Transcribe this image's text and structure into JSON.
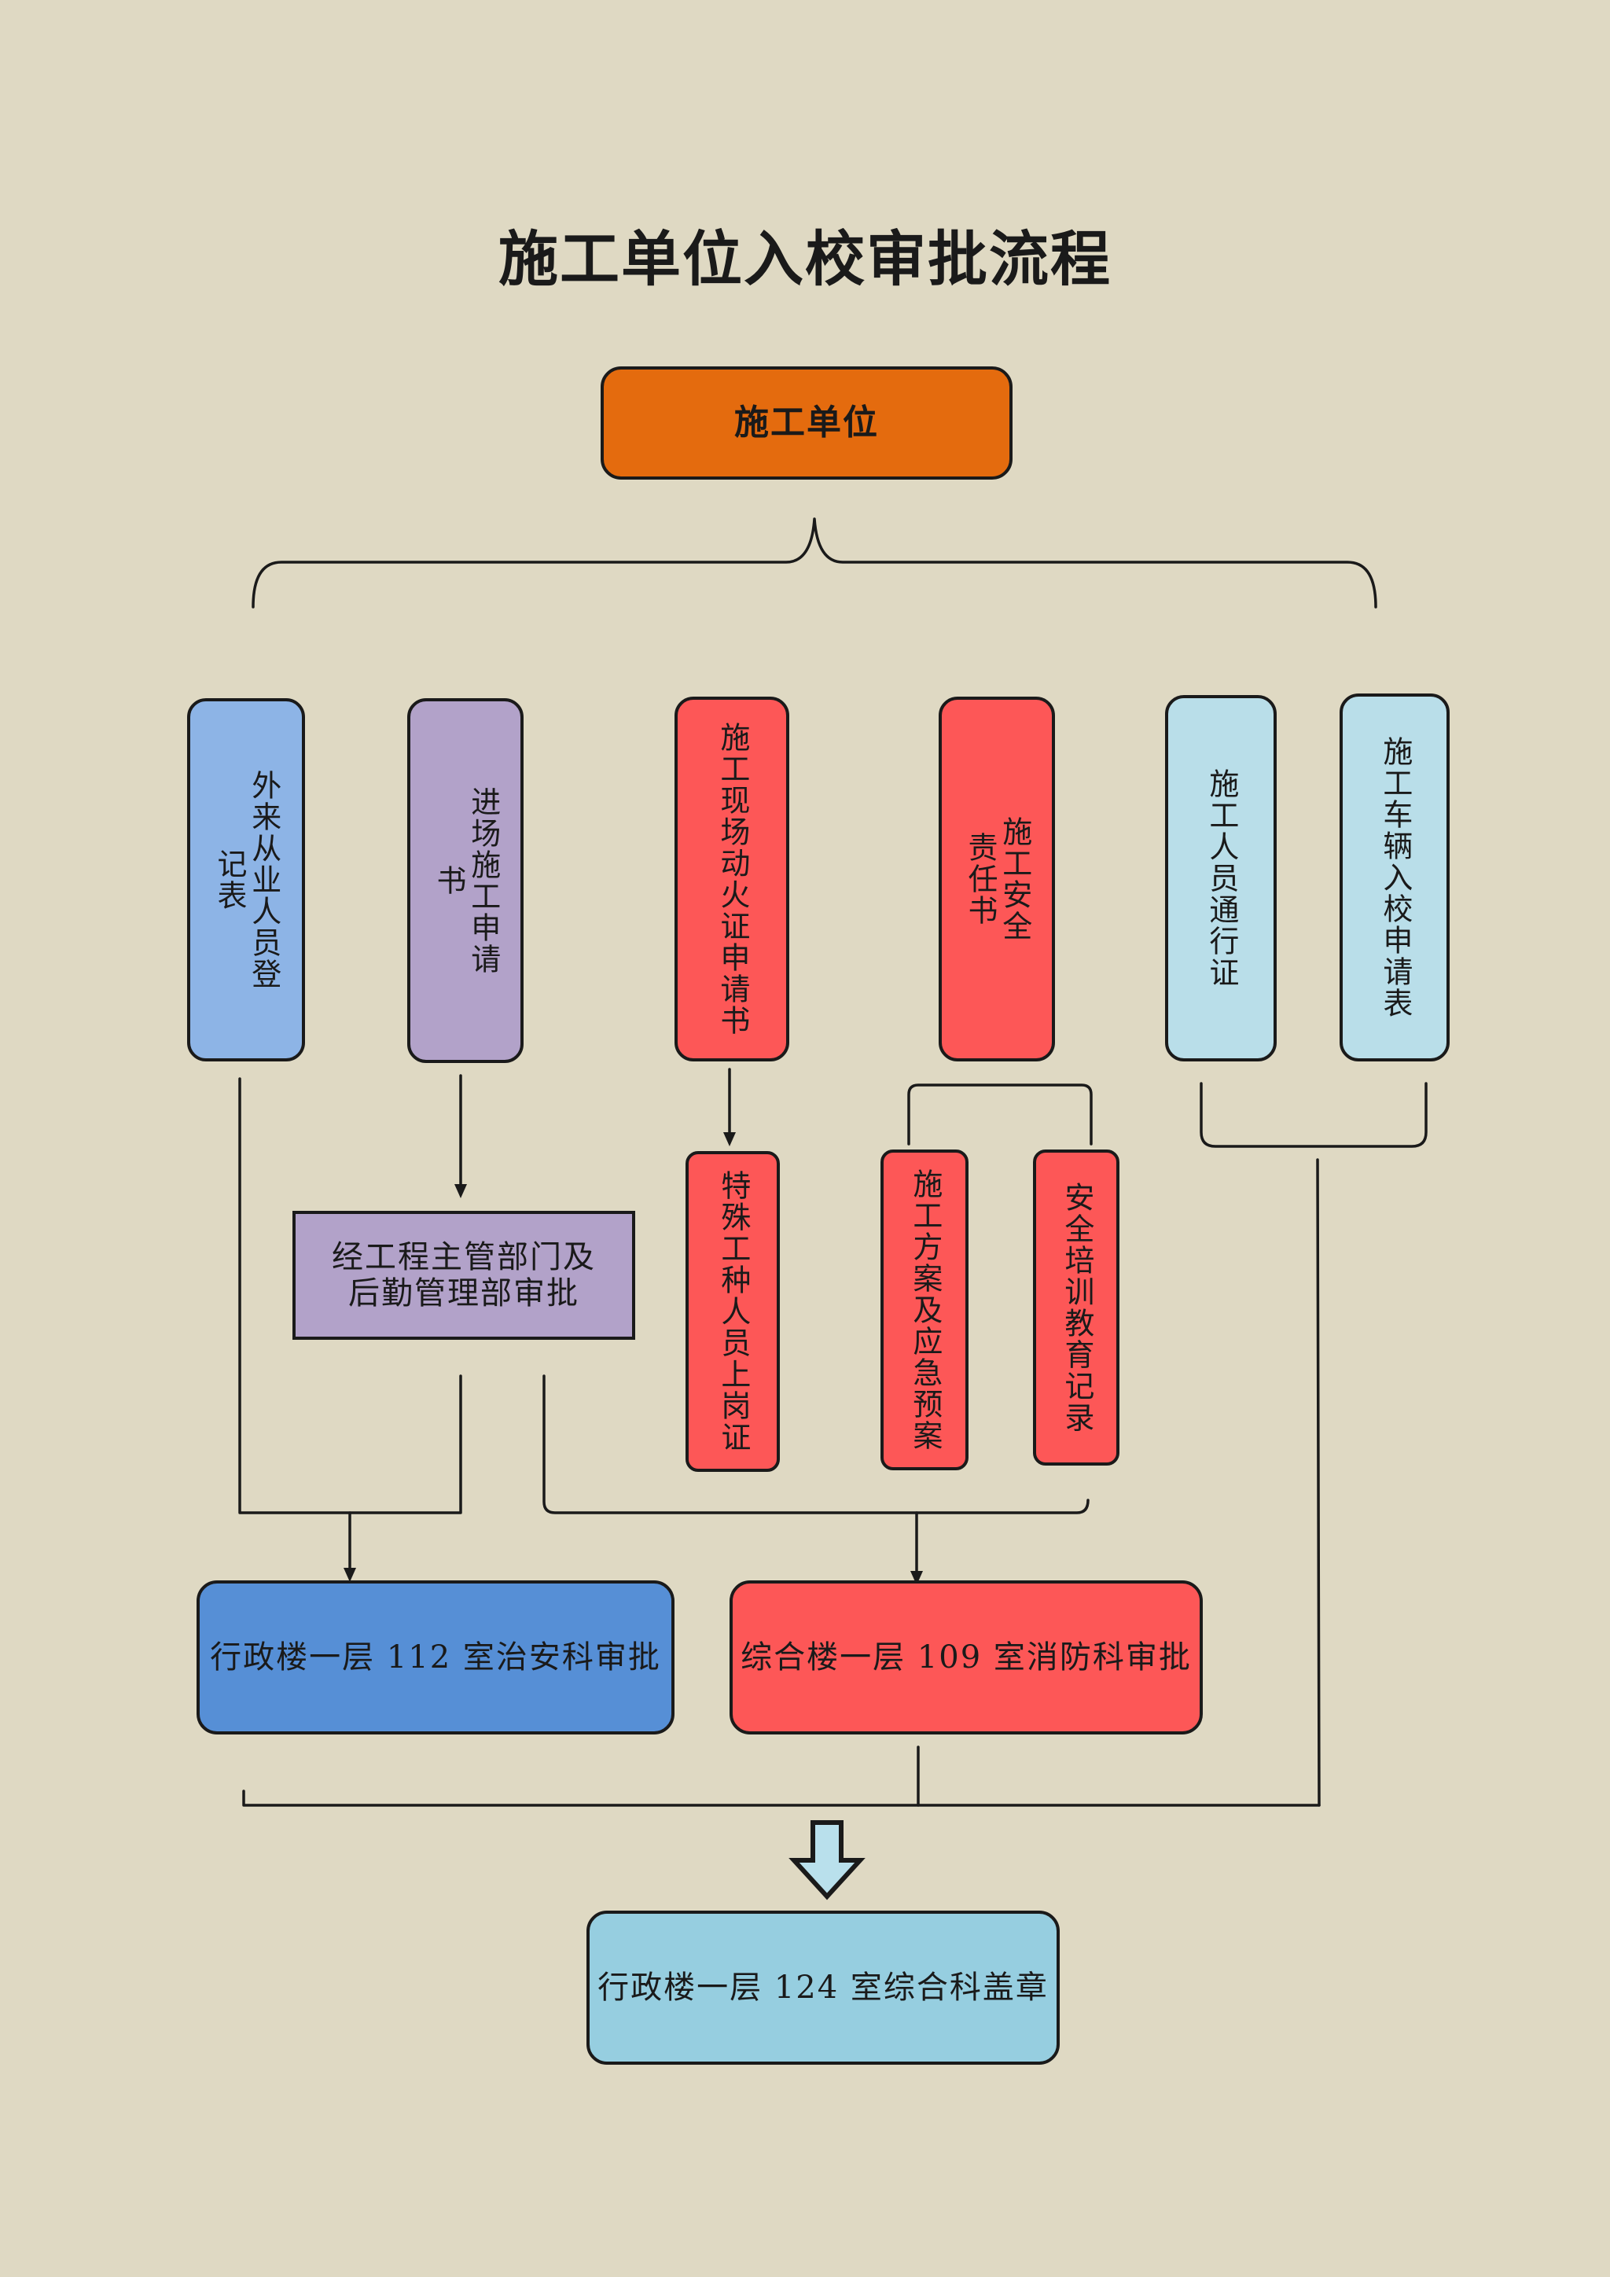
{
  "title": "施工单位入校审批流程",
  "colors": {
    "background": "#dfd9c3",
    "orange": "#e46b0e",
    "blue_light": "#8db4e6",
    "purple": "#b2a2c9",
    "red": "#fd5757",
    "cyan_light": "#b9dee9",
    "blue": "#568fd6",
    "cyan": "#96cee0"
  },
  "root": "施工单位",
  "documents": {
    "visitor_register": "外来从业人员登记表",
    "entry_application": "进场施工申请书",
    "hot_work_permit": "施工现场动火证申请书",
    "safety_responsibility": "施工安全责任书",
    "personnel_pass": "施工人员通行证",
    "vehicle_application": "施工车辆入校申请表",
    "special_worker_cert": "特殊工种人员上岗证",
    "construction_plan": "施工方案及应急预案",
    "safety_training": "安全培训教育记录"
  },
  "dept_review": "经工程主管部门及后勤管理部审批",
  "security_approval": "行政楼一层 112 室治安科审批",
  "fire_approval": "综合楼一层 109 室消防科审批",
  "final_stamp": "行政楼一层 124 室综合科盖章"
}
